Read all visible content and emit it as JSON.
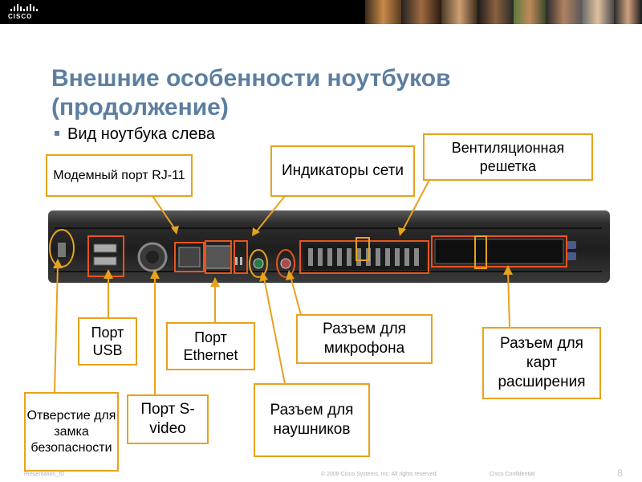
{
  "header": {
    "logo_text": "CISCO"
  },
  "title": "Внешние особенности ноутбуков (продолжение)",
  "bullet": "Вид ноутбука слева",
  "callouts": {
    "modem": "Модемный порт RJ-11",
    "network_indicators": "Индикаторы сети",
    "vent": "Вентиляционная решетка",
    "usb": "Порт USB",
    "ethernet": "Порт Ethernet",
    "microphone": "Разъем для микрофона",
    "expansion": "Разъем для карт расширения",
    "lock": "Отверстие для замка безопасности",
    "svideo": "Порт S-video",
    "headphones": "Разъем для наушников"
  },
  "footer": {
    "presentation_id": "Presentation_ID",
    "copyright": "© 2008 Cisco Systems, Inc. All rights reserved.",
    "confidential": "Cisco Confidential",
    "page_number": "8"
  },
  "colors": {
    "title": "#5c7fa0",
    "callout_border": "#e8a21c",
    "highlight": "#e8541c",
    "topbar": "#000000"
  }
}
